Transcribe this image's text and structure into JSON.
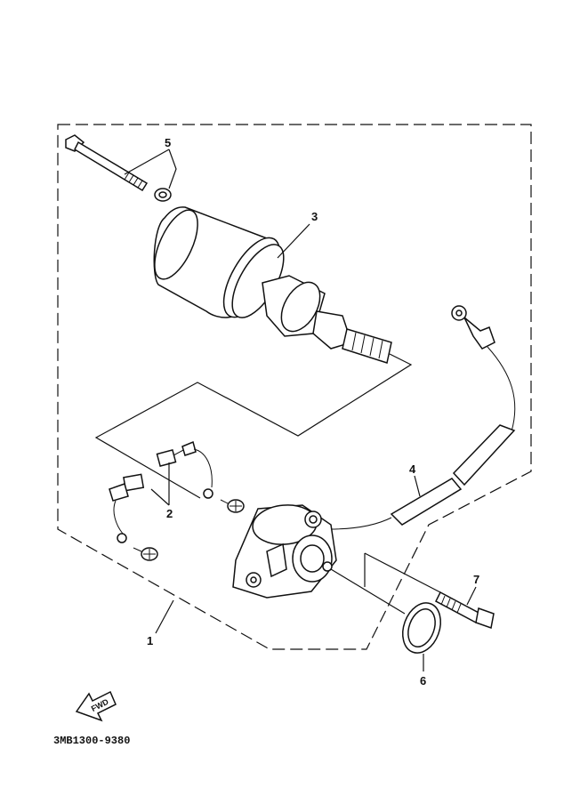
{
  "diagram": {
    "callouts": {
      "c1": "1",
      "c2": "2",
      "c3": "3",
      "c4": "4",
      "c5": "5",
      "c6": "6",
      "c7": "7"
    },
    "fwd_label": "FWD",
    "drawing_code": "3MB1300-9380"
  }
}
